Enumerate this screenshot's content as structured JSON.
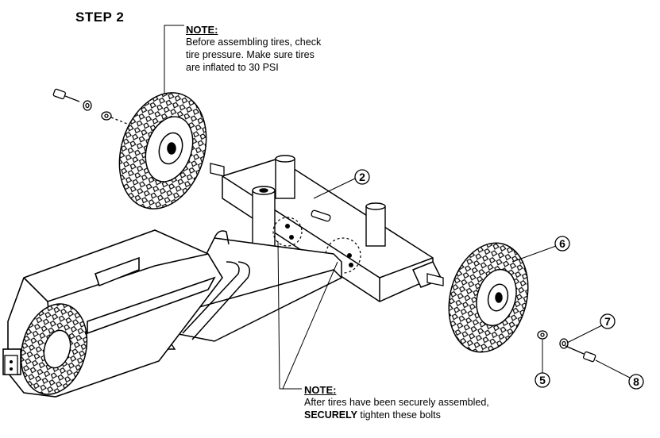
{
  "step": "STEP 2",
  "note_top": {
    "title": "NOTE:",
    "lines": [
      "Before assembling tires, check",
      "tire pressure.  Make sure tires",
      "are inflated to 30 PSI"
    ]
  },
  "note_bottom": {
    "title": "NOTE:",
    "line1": "After tires have been securely assembled,",
    "line2_bold": "SECURELY",
    "line2_rest": " tighten these bolts"
  },
  "callouts": [
    "2",
    "5",
    "6",
    "7",
    "8"
  ]
}
